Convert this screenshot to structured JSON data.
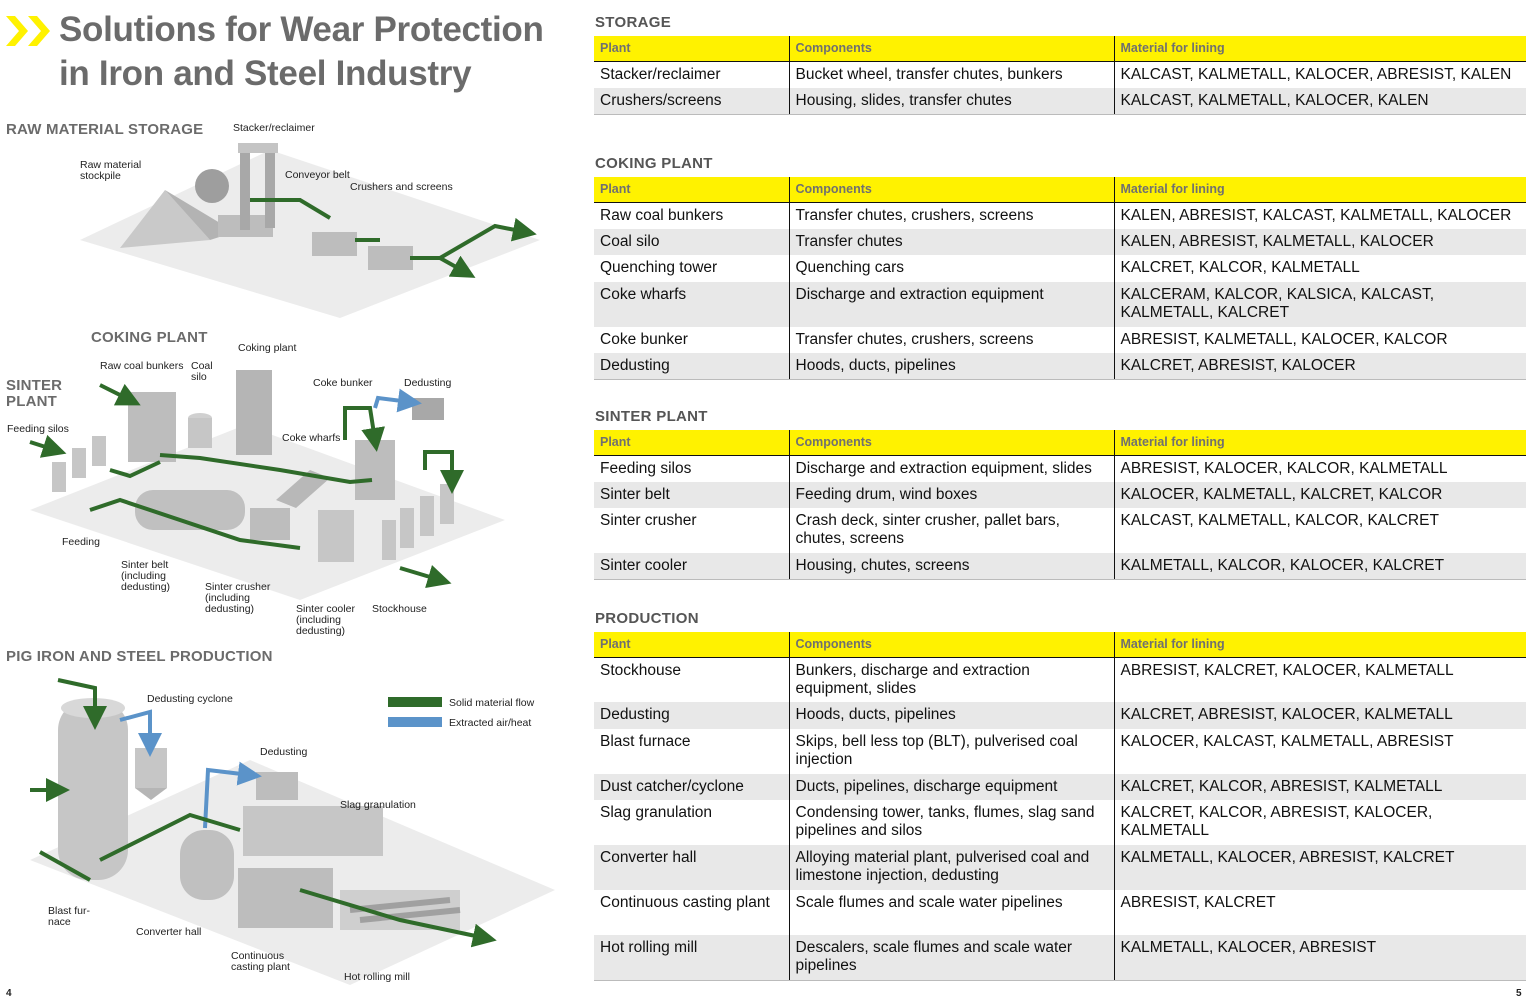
{
  "title": {
    "line1": "Solutions for Wear Protection",
    "line2": "in Iron and Steel Industry"
  },
  "colors": {
    "accent_yellow": "#fff200",
    "solid_flow": "#2f6b2a",
    "air_flow": "#5b93c9",
    "heading_gray": "#6b6b6b"
  },
  "left": {
    "sections": {
      "raw_storage": "RAW MATERIAL STORAGE",
      "coking": "COKING PLANT",
      "sinter_1": "SINTER",
      "sinter_2": "PLANT",
      "pig_iron": "PIG IRON AND STEEL PRODUCTION"
    },
    "labels": {
      "stacker": "Stacker/reclaimer",
      "raw_stockpile_1": "Raw material",
      "raw_stockpile_2": "stockpile",
      "conveyor": "Conveyor belt",
      "crushers": "Crushers and screens",
      "coking_plant": "Coking plant",
      "raw_coal_bunkers": "Raw coal bunkers",
      "coal_silo_1": "Coal",
      "coal_silo_2": "silo",
      "coke_bunker": "Coke bunker",
      "dedusting_top": "Dedusting",
      "feeding_silos": "Feeding silos",
      "coke_wharfs": "Coke wharfs",
      "feeding": "Feeding",
      "sinter_belt_1": "Sinter belt",
      "sinter_belt_2": "(including",
      "sinter_belt_3": "dedusting)",
      "sinter_crusher_1": "Sinter crusher",
      "sinter_crusher_2": "(including",
      "sinter_crusher_3": "dedusting)",
      "sinter_cooler_1": "Sinter cooler",
      "sinter_cooler_2": "(including",
      "sinter_cooler_3": "dedusting)",
      "stockhouse": "Stockhouse",
      "dedusting_cyclone": "Dedusting cyclone",
      "dedusting_mid": "Dedusting",
      "slag_granulation": "Slag granulation",
      "blast_furnace_1": "Blast fur-",
      "blast_furnace_2": "nace",
      "converter_hall": "Converter hall",
      "continuous_casting_1": "Continuous",
      "continuous_casting_2": "casting plant",
      "hot_rolling_mill": "Hot rolling mill"
    },
    "legend": {
      "solid": "Solid material flow",
      "air": "Extracted air/heat"
    },
    "page_number": "4"
  },
  "right": {
    "header_labels": {
      "plant": "Plant",
      "components": "Components",
      "material": "Material for lining"
    },
    "sections": [
      {
        "title": "STORAGE",
        "rows": [
          {
            "plant": "Stacker/reclaimer",
            "components": "Bucket wheel, transfer chutes, bunkers",
            "material": "KALCAST, KALMETALL, KALOCER, ABRESIST, KALEN"
          },
          {
            "plant": "Crushers/screens",
            "components": "Housing, slides, transfer chutes",
            "material": "KALCAST, KALMETALL, KALOCER, KALEN"
          }
        ]
      },
      {
        "title": "COKING PLANT",
        "rows": [
          {
            "plant": "Raw coal bunkers",
            "components": "Transfer chutes, crushers, screens",
            "material": "KALEN, ABRESIST, KALCAST, KALMETALL, KALOCER"
          },
          {
            "plant": "Coal silo",
            "components": "Transfer chutes",
            "material": "KALEN, ABRESIST, KALMETALL, KALOCER"
          },
          {
            "plant": "Quenching tower",
            "components": "Quenching cars",
            "material": "KALCRET, KALCOR, KALMETALL"
          },
          {
            "plant": "Coke wharfs",
            "components": "Discharge and extraction equipment",
            "material": "KALCERAM, KALCOR, KALSICA, KALCAST, KALMETALL, KALCRET"
          },
          {
            "plant": "Coke bunker",
            "components": "Transfer chutes, crushers, screens",
            "material": "ABRESIST, KALMETALL, KALOCER, KALCOR"
          },
          {
            "plant": "Dedusting",
            "components": "Hoods, ducts, pipelines",
            "material": "KALCRET, ABRESIST, KALOCER"
          }
        ]
      },
      {
        "title": "SINTER PLANT",
        "rows": [
          {
            "plant": "Feeding silos",
            "components": "Discharge and extraction equipment, slides",
            "material": "ABRESIST, KALOCER, KALCOR, KALMETALL"
          },
          {
            "plant": "Sinter belt",
            "components": "Feeding drum, wind boxes",
            "material": "KALOCER, KALMETALL, KALCRET, KALCOR"
          },
          {
            "plant": "Sinter crusher",
            "components": "Crash deck, sinter crusher, pallet bars, chutes, screens",
            "material": "KALCAST, KALMETALL, KALCOR, KALCRET"
          },
          {
            "plant": "Sinter cooler",
            "components": "Housing, chutes, screens",
            "material": "KALMETALL, KALCOR, KALOCER, KALCRET"
          }
        ]
      },
      {
        "title": "PRODUCTION",
        "rows": [
          {
            "plant": "Stockhouse",
            "components": "Bunkers, discharge and extraction equipment, slides",
            "material": "ABRESIST, KALCRET, KALOCER, KALMETALL"
          },
          {
            "plant": "Dedusting",
            "components": "Hoods, ducts, pipelines",
            "material": "KALCRET, ABRESIST, KALOCER, KALMETALL"
          },
          {
            "plant": "Blast furnace",
            "components": "Skips, bell less top (BLT), pulverised coal injection",
            "material": "KALOCER, KALCAST, KALMETALL, ABRESIST"
          },
          {
            "plant": "Dust catcher/cyclone",
            "components": "Ducts, pipelines, discharge equipment",
            "material": "KALCRET, KALCOR, ABRESIST, KALMETALL"
          },
          {
            "plant": "Slag granulation",
            "components": "Condensing tower, tanks, flumes, slag sand pipelines and silos",
            "material": "KALCRET, KALCOR, ABRESIST, KALOCER, KALMETALL"
          },
          {
            "plant": "Converter hall",
            "components": "Alloying material plant, pulverised coal and limestone injection, dedusting",
            "material": "KALMETALL, KALOCER, ABRESIST, KALCRET"
          },
          {
            "plant": "Continuous casting plant",
            "components": "Scale flumes and scale water pipelines",
            "material": "ABRESIST, KALCRET"
          },
          {
            "plant": "Hot rolling mill",
            "components": "Descalers, scale flumes and scale water pipelines",
            "material": "KALMETALL, KALOCER, ABRESIST"
          }
        ]
      }
    ],
    "page_number": "5"
  }
}
